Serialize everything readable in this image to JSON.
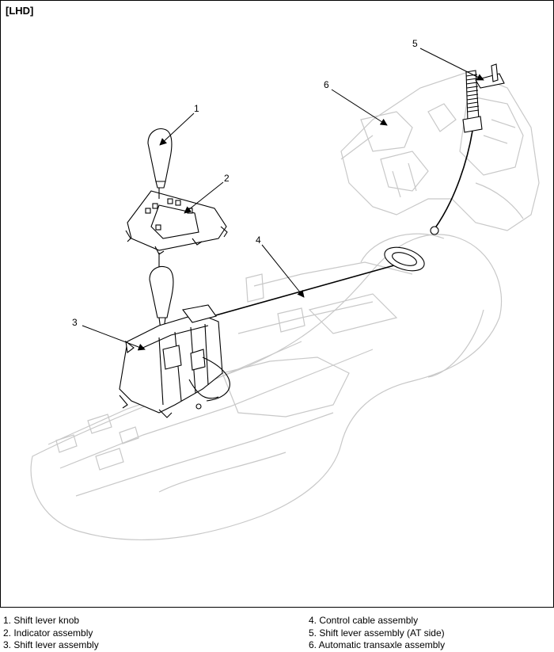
{
  "variant_tag": "[LHD]",
  "callouts": [
    {
      "number": "1",
      "name": "Shift lever knob"
    },
    {
      "number": "2",
      "name": "Indicator assembly"
    },
    {
      "number": "3",
      "name": "Shift lever assembly"
    },
    {
      "number": "4",
      "name": "Control cable assembly"
    },
    {
      "number": "5",
      "name": "Shift lever assembly (AT side)"
    },
    {
      "number": "6",
      "name": "Automatic transaxle assembly"
    }
  ],
  "legend": {
    "left": [
      "1.  Shift lever knob",
      "2.  Indicator assembly",
      "3.  Shift lever assembly"
    ],
    "right": [
      "4.  Control cable assembly",
      "5.  Shift lever assembly (AT side)",
      "6.  Automatic transaxle assembly"
    ]
  }
}
